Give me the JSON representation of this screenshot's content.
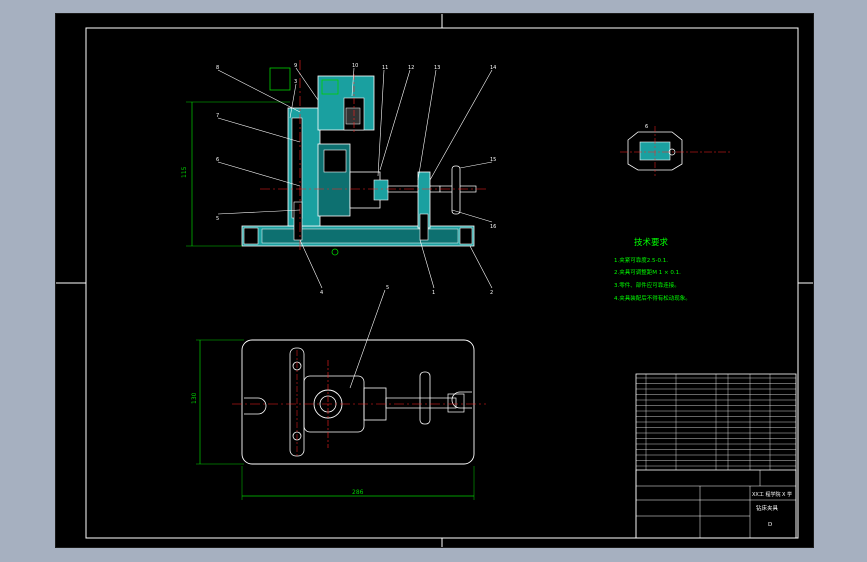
{
  "colors": {
    "background": "#a6b0c0",
    "sheet": "#000000",
    "frame": "#ffffff",
    "outline": "#ffffff",
    "section_fill": "#1aa0a0",
    "dimension": "#00d000",
    "centerline": "#ff2020",
    "leader": "#ffffff",
    "notes": "#00ff00",
    "title_block": "#ffffff"
  },
  "part_numbers_front": [
    "8",
    "9",
    "10",
    "11",
    "12",
    "13",
    "14",
    "7",
    "6",
    "5",
    "4",
    "1",
    "2",
    "3",
    "15",
    "16"
  ],
  "part_number_plan": "5",
  "part_number_detail": "6",
  "dimension_front_height": "115",
  "dimension_plan_width": "286",
  "dimension_plan_height": "130",
  "tech_req": {
    "title": "技术要求",
    "items": [
      "1.夹紧可靠度2.5-0.1.",
      "2.夹具可调整距M 1 × 0.1.",
      "3.零件、部件应可靠连接。",
      "4.夹具装配后不得有松动现象。"
    ]
  },
  "title_block": {
    "school": "XX工 程学院 X 学",
    "drawing_name": "钻床夹具",
    "drawing_no": "D"
  }
}
